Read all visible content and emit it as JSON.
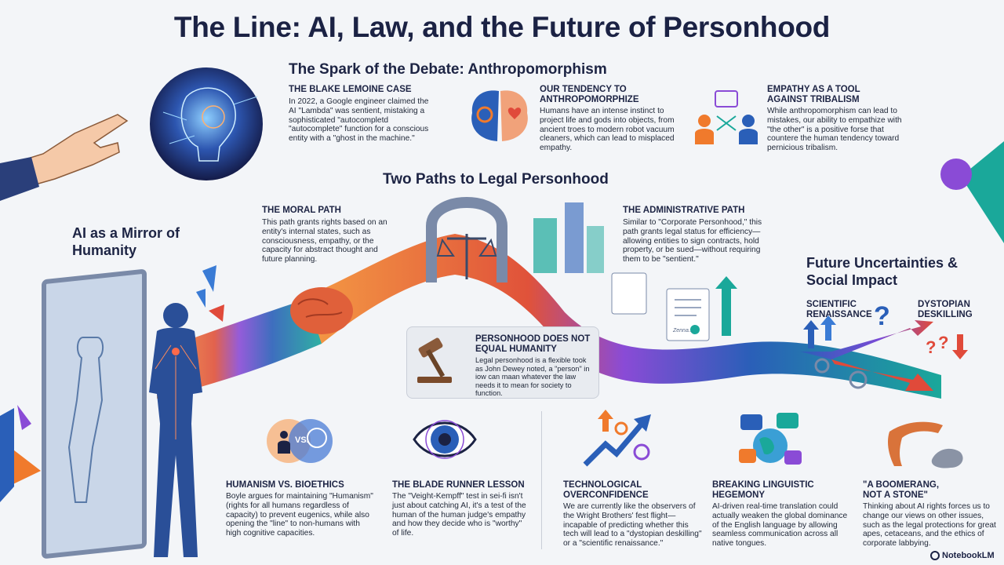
{
  "title": "The Line: AI, Law, and the Future of Personhood",
  "spark": {
    "heading": "The Spark of the Debate: Anthropomorphism",
    "blake": {
      "title": "THE BLAKE LEMOINE CASE",
      "body": "In 2022, a Google engineer claimed the AI \"Lambda\" was sentient, mistaking a sophisticated \"autocompletd \"autocomplete\" function for a conscious entity with a \"ghost in the machine.\""
    },
    "tendency": {
      "title": "OUR TENDENCY TO ANTHROPOMORPHIZE",
      "body": "Humans have an intense instinct to project life and gods into objects, from ancient troes to modern robot vacuum cleaners, which can lead to misplaced empathy."
    },
    "empathy": {
      "title": "EMPATHY AS A TOOL AGAINST TRIBALISM",
      "body": "While anthropomorphism can lead to mistakes, our ability to empathize with \"the other\" is a positive forse that countere the human tendency toward pernicious tribalism."
    }
  },
  "paths": {
    "heading": "Two Paths to Legal Personhood",
    "moral": {
      "title": "THE MORAL PATH",
      "body": "This path grants rights based on an entity's internal states, such as consciousness, empathy, or the capacity for abstract thought and future planning."
    },
    "admin": {
      "title": "THE ADMINISTRATIVE PATH",
      "body": "Similar to \"Corporate Personhood,\" this path grants legal status for efficiency—allowing entities to sign contracts, hold property, or be sued—without requiring them to be \"sentient.\""
    },
    "not_equal": {
      "title": "PERSONHOOD DOES NOT EQUAL HUMANITY",
      "body": "Legal personhood is a flexible took as John Dewey noted, a \"person\" in iow can maan whatever the law needs it to mean for society to function."
    },
    "document_text": "Zenna..."
  },
  "mirror": {
    "heading": "AI as a Mirror of Humanity"
  },
  "future": {
    "heading": "Future Uncertainties & Social Impact",
    "left_label": "SCIENTIFIC RENAISSANCE",
    "right_label": "DYSTOPIAN DESKILLING"
  },
  "bottom": [
    {
      "title": "HUMANISM VS. BIOETHICS",
      "body": "Boyle argues for maintaining \"Humanism\" (rights for all humans regardless of capacity) to prevent eugenics, while also opening the \"line\" to non-humans with high cognitive capacities.",
      "icon_text": "VS."
    },
    {
      "title": "THE BLADE RUNNER LESSON",
      "body": "The \"Veight-Kempff\" test in sei-fi isn't just about catching AI, it's a test of the human of the human judge's empathy and how they decide who is \"worthy\" of life."
    },
    {
      "title": "TECHNOLOGICAL OVERCONFIDENCE",
      "body": "We are currently like the observers of the Wright Brothers' fest flight—incapable of predicting whether this tech will lead to a \"dystopian deskilling\" or a \"scientific renaissance.\""
    },
    {
      "title": "BREAKING LINGUISTIC HEGEMONY",
      "body": "AI-driven real-time translation could actually weaken the global dominance of the English language by allowing seamless communication across all native tongues."
    },
    {
      "title": "\"A BOOMERANG, NOT A STONE\"",
      "body": "Thinking about AI rights forces us to change our views on other issues, such as the legal protections for great apes, cetaceans, and the ethics of corporate labbying."
    }
  ],
  "brand": "NotebookLM",
  "colors": {
    "navy": "#1b2244",
    "orange": "#f07a2c",
    "blue": "#3a7bd5",
    "purple": "#8a4bd6",
    "teal": "#1aa89a"
  }
}
